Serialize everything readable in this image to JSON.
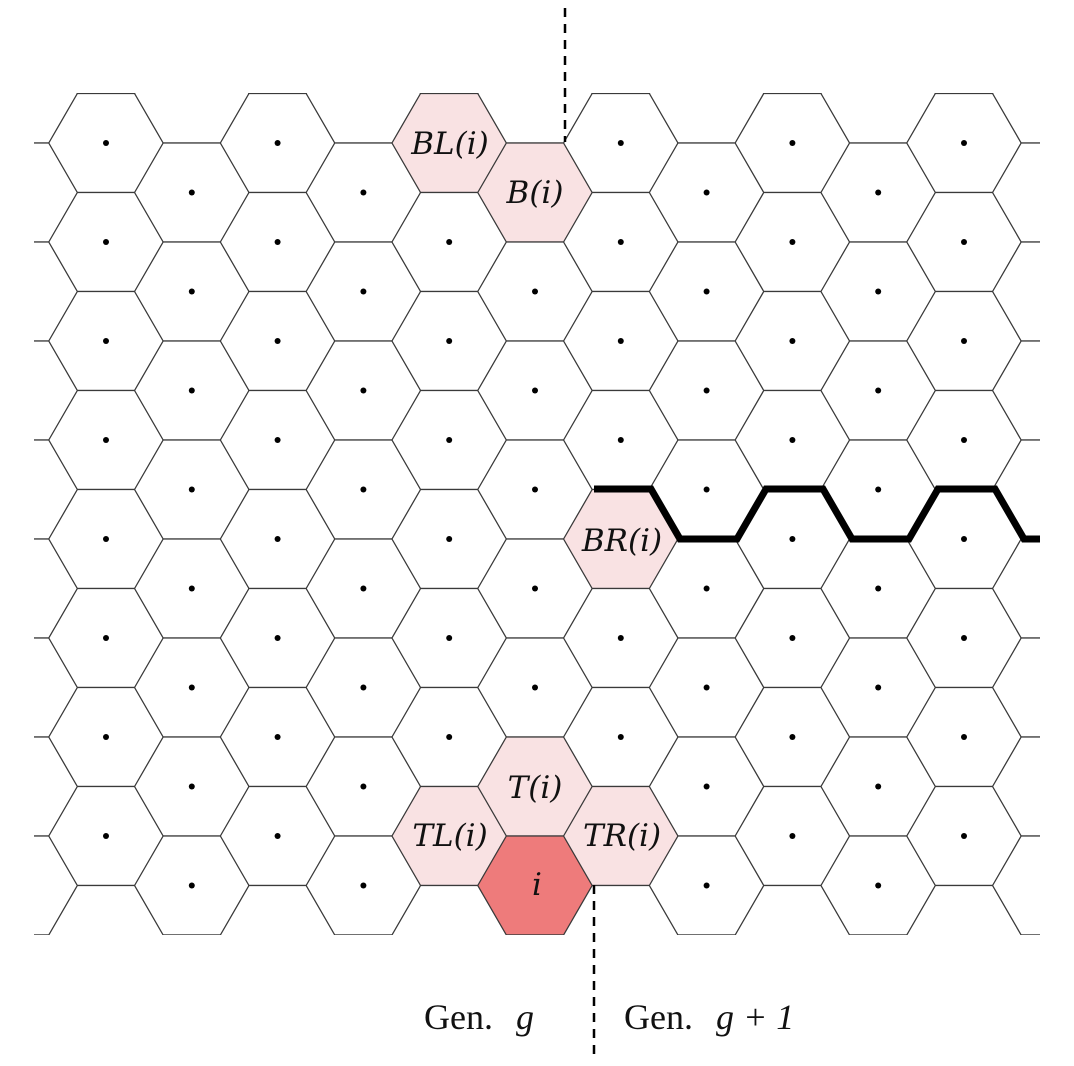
{
  "colors": {
    "highlight_light": "#f9e2e3",
    "highlight_strong": "#ee7b7b",
    "cell_default": "#ffffff",
    "cell_stroke": "#3a3a3a"
  },
  "cell_labels": {
    "BL": "BL(i)",
    "B": "B(i)",
    "BR": "BR(i)",
    "T": "T(i)",
    "TL": "TL(i)",
    "TR": "TR(i)",
    "i": "i"
  },
  "generations": {
    "left_prefix": "Gen.",
    "left_symbol": "g",
    "right_prefix": "Gen.",
    "right_symbol": "g + 1"
  }
}
